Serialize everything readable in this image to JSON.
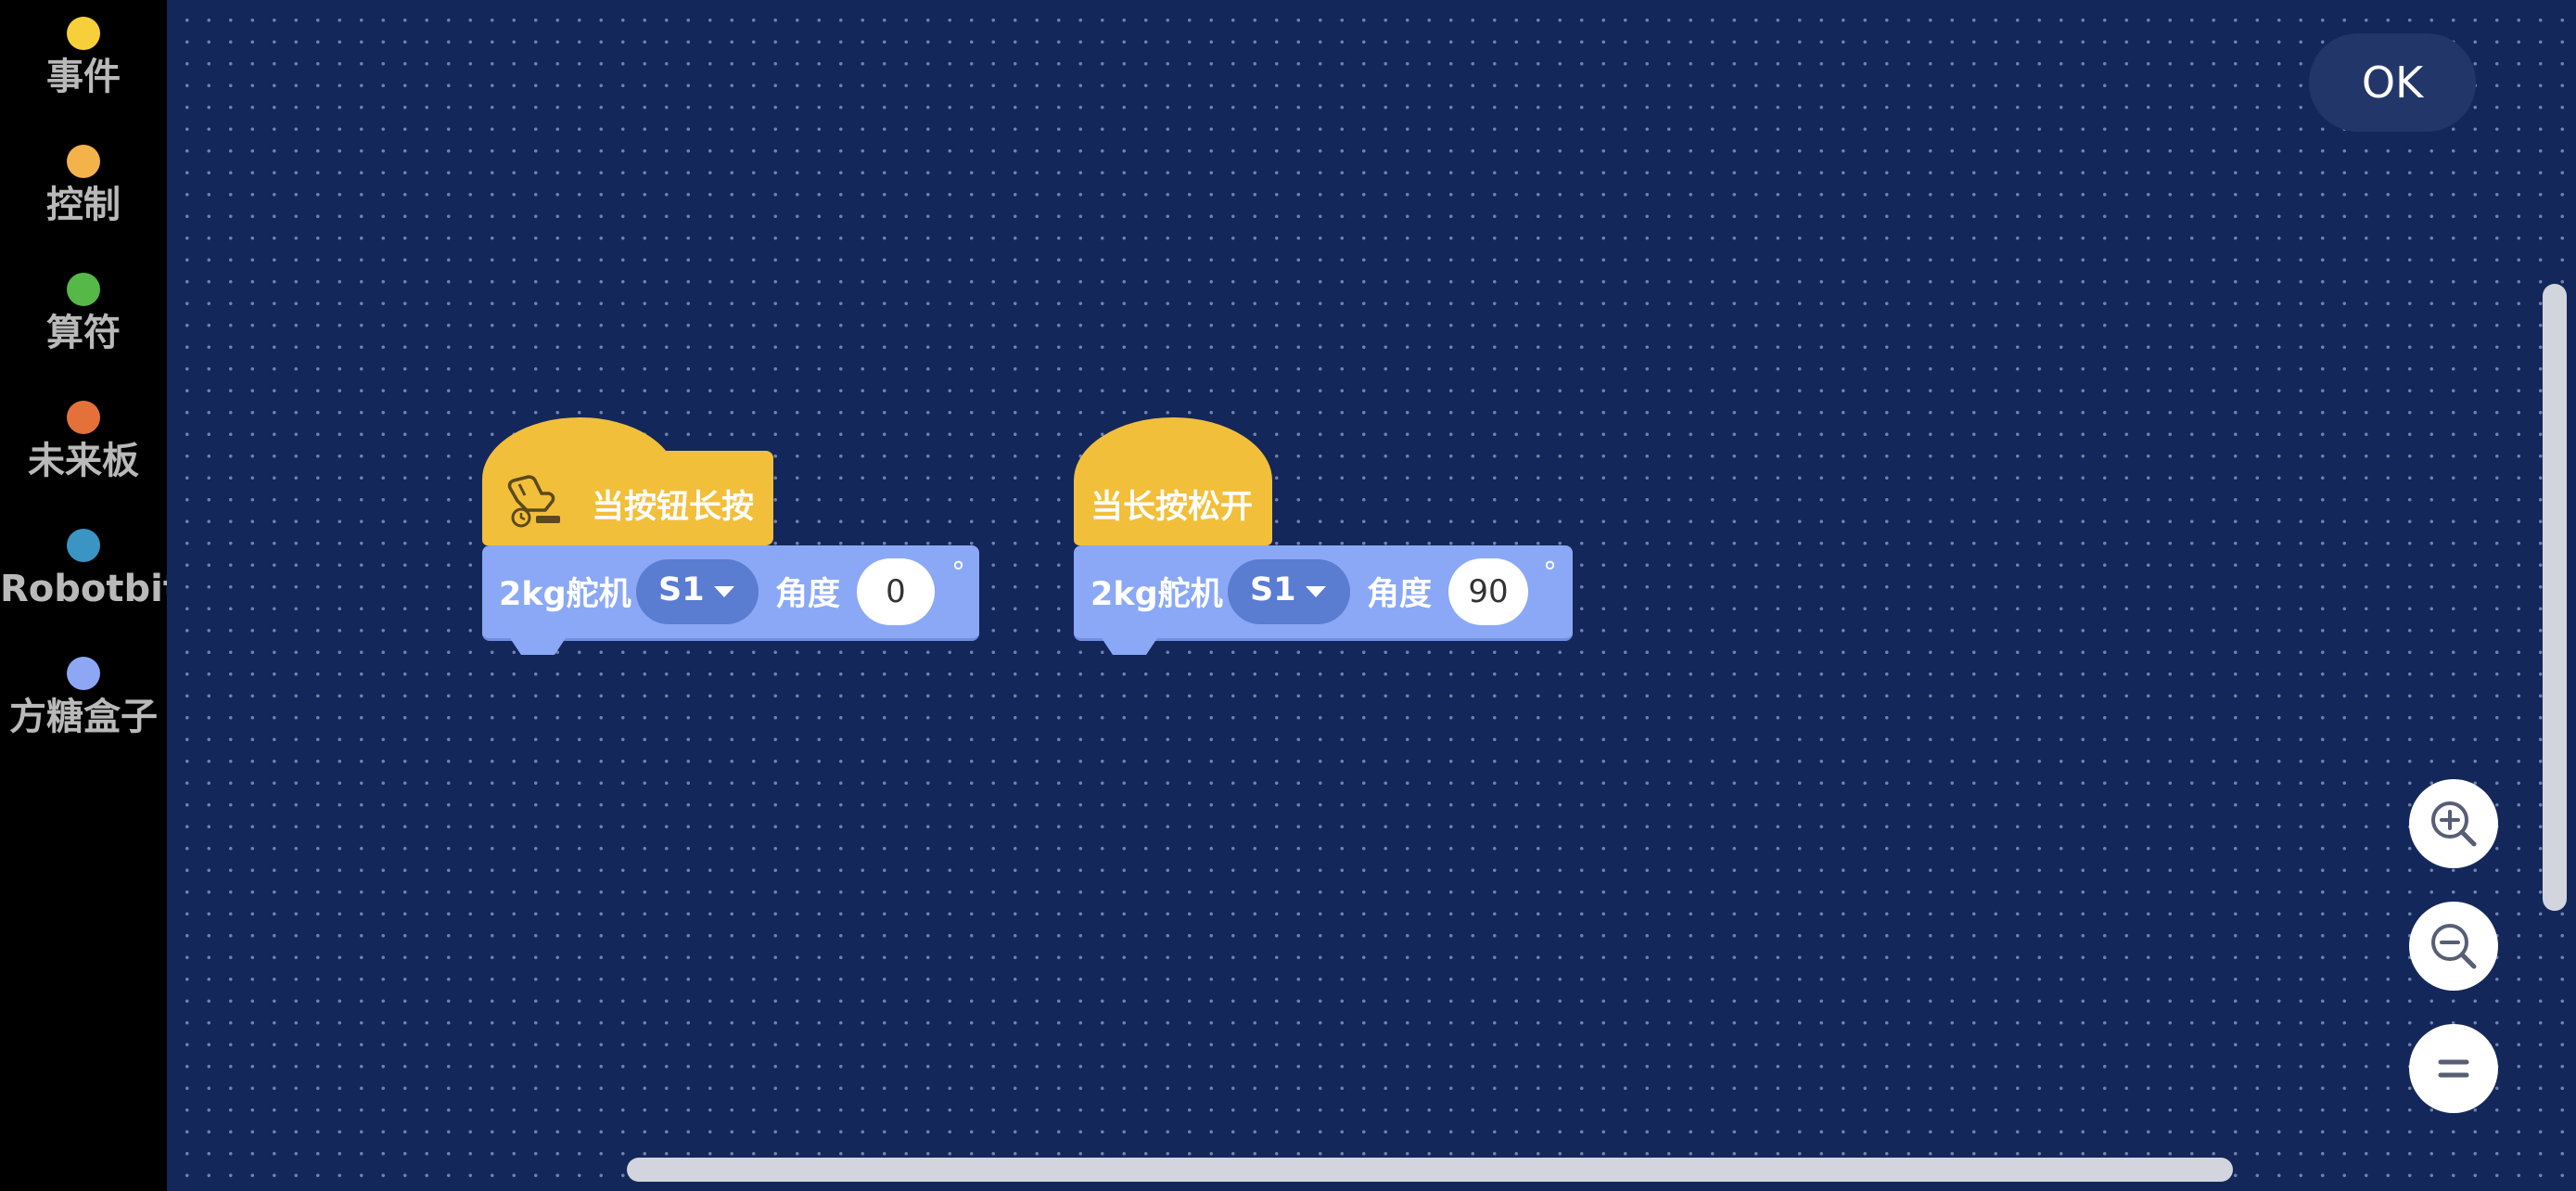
{
  "categories": [
    {
      "label": "事件",
      "color": "#f7cf3b"
    },
    {
      "label": "控制",
      "color": "#f4b24a"
    },
    {
      "label": "算符",
      "color": "#56b847"
    },
    {
      "label": "未来板",
      "color": "#e4713a"
    },
    {
      "label": "Robotbit",
      "color": "#3a94c4"
    },
    {
      "label": "方糖盒子",
      "color": "#8ea7f5"
    }
  ],
  "toolbar": {
    "ok_label": "OK"
  },
  "blocks": [
    {
      "hat_label": "当按钮长按",
      "hat_icon": "hand-press-timer-icon",
      "action": {
        "device_label": "2kg舵机",
        "port_value": "S1",
        "angle_label": "角度",
        "angle_value": "0",
        "unit": "°"
      }
    },
    {
      "hat_label": "当长按松开",
      "action": {
        "device_label": "2kg舵机",
        "port_value": "S1",
        "angle_label": "角度",
        "angle_value": "90",
        "unit": "°"
      }
    }
  ],
  "zoom_controls": [
    "zoom-in-icon",
    "zoom-out-icon",
    "reset-zoom-icon"
  ]
}
